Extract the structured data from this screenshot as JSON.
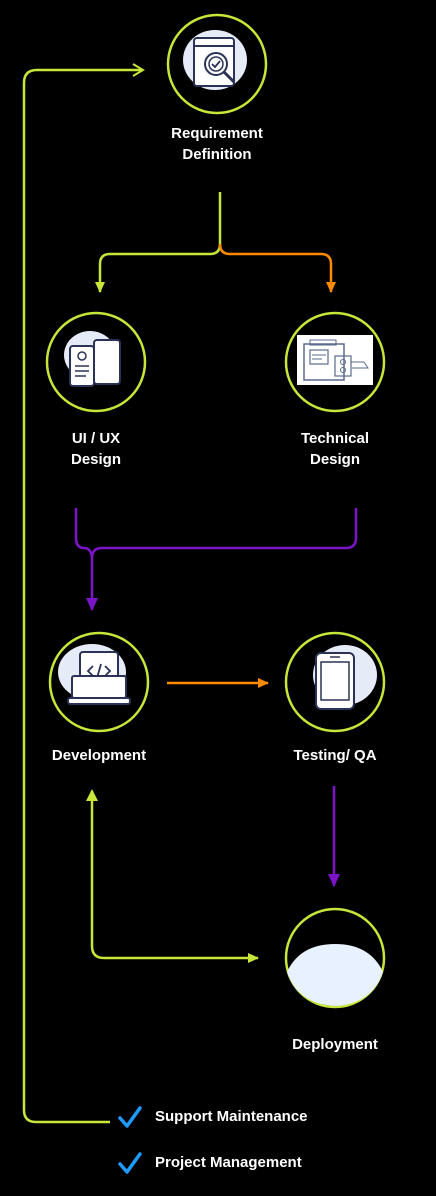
{
  "colors": {
    "background": "#000000",
    "lime": "#c6e63a",
    "orange": "#ff8a00",
    "purple": "#7c14c8",
    "check": "#1e9bff",
    "node_fill": "#000000",
    "cloud": "#e6ecf7",
    "icon_stroke": "#2a3355"
  },
  "nodes": {
    "requirement": {
      "line1": "Requirement",
      "line2": "Definition",
      "icon": "document-search-icon"
    },
    "uiux": {
      "line1": "UI / UX",
      "line2": "Design",
      "icon": "mobile-wireframe-icon"
    },
    "technical": {
      "line1": "Technical",
      "line2": "Design",
      "icon": "blueprint-icon"
    },
    "development": {
      "line1": "Development",
      "icon": "code-laptop-icon"
    },
    "testing": {
      "line1": "Testing/ QA",
      "icon": "smartphone-icon"
    },
    "deployment": {
      "line1": "Deployment",
      "icon": "deploy-icon"
    }
  },
  "legend": [
    {
      "label": "Support Maintenance",
      "icon": "check-icon"
    },
    {
      "label": "Project Management",
      "icon": "check-icon"
    }
  ]
}
